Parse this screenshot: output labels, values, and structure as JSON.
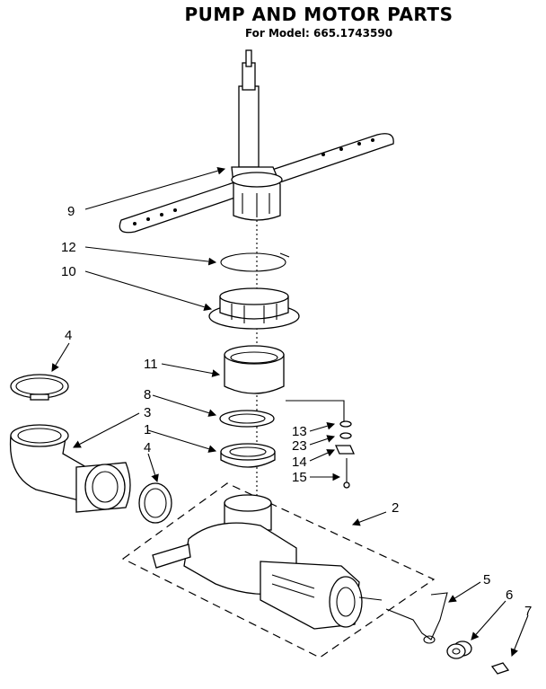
{
  "header": {
    "title": "PUMP AND MOTOR PARTS",
    "model_line": "For Model: 665.1743590"
  },
  "callouts": {
    "c9": "9",
    "c12": "12",
    "c10": "10",
    "c4a": "4",
    "c11": "11",
    "c8": "8",
    "c3": "3",
    "c1": "1",
    "c4b": "4",
    "c13": "13",
    "c23": "23",
    "c14": "14",
    "c15": "15",
    "c2": "2",
    "c5": "5",
    "c6": "6",
    "c7": "7"
  }
}
